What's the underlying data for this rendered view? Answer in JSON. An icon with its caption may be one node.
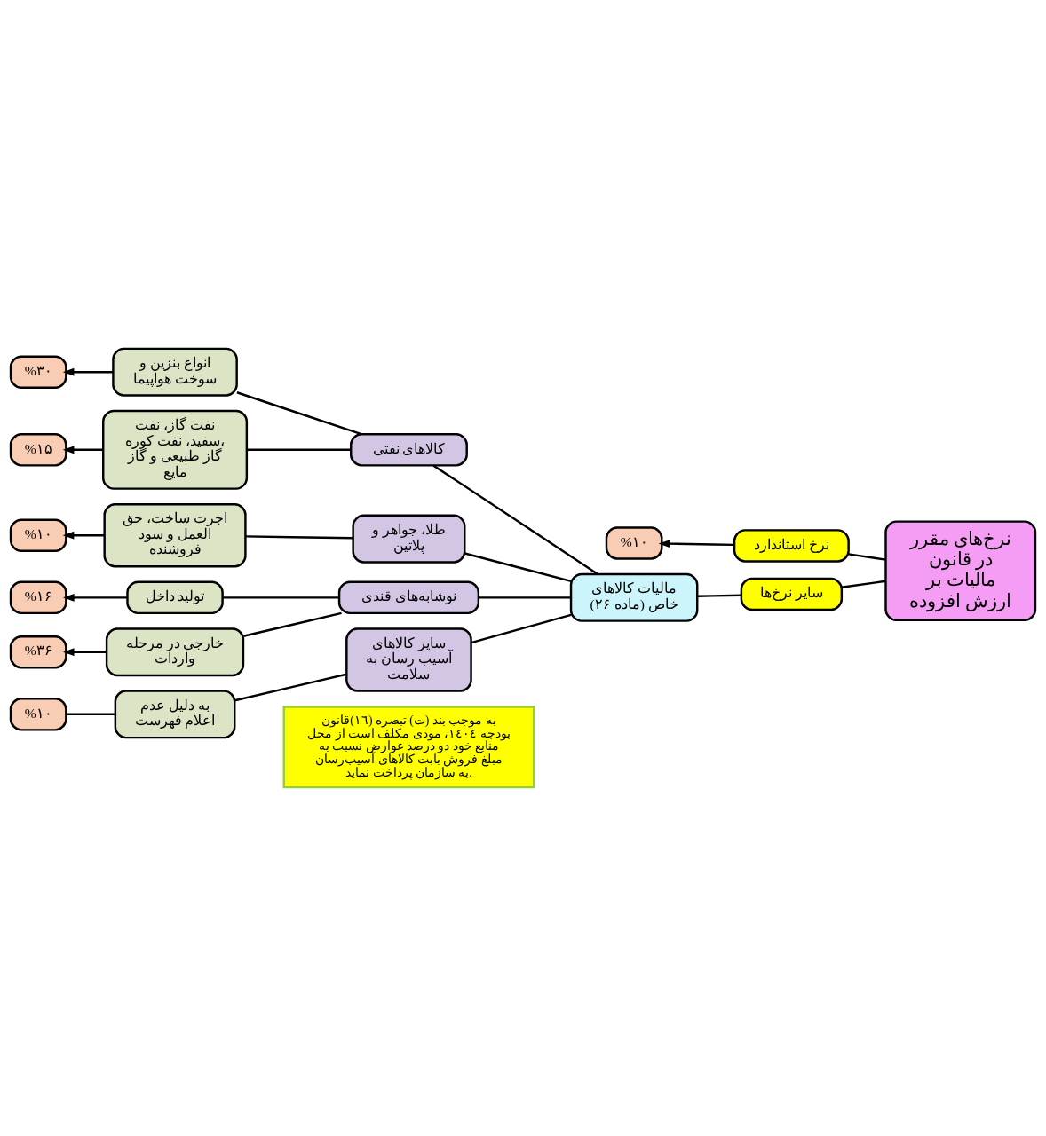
{
  "diagram": {
    "nodes": [
      {
        "text": [
          "نرخ‌های مقرر در قانون مالیات بر ارزش افزوده"
        ]
      },
      {
        "text": [
          "نرخ استاندارد"
        ]
      },
      {
        "text": [
          "%۱۰"
        ]
      },
      {
        "text": [
          "سایر نرخ‌ها"
        ]
      },
      {
        "text": [
          "مالیات کالاهای خاص (ماده ۲۶)"
        ]
      },
      {
        "text": [
          "کالاهای نفتی"
        ]
      },
      {
        "text": [
          "انواع بنزین و سوخت هواپیما"
        ]
      },
      {
        "text": [
          "%۳۰"
        ]
      },
      {
        "text": [
          "نفت گاز، نفت سفید، نفت کوره، گاز طبیعی و گاز مایع"
        ]
      },
      {
        "text": [
          "%۱۵"
        ]
      },
      {
        "text": [
          "طلا، جواهر و پلاتین"
        ]
      },
      {
        "text": [
          "اجرت ساخت، حق العمل و سود فروشنده"
        ]
      },
      {
        "text": [
          "%۱۰"
        ]
      },
      {
        "text": [
          "نوشابه‌های قندی"
        ]
      },
      {
        "text": [
          "تولید داخل"
        ]
      },
      {
        "text": [
          "%۱۶"
        ]
      },
      {
        "text": [
          "خارجی در مرحله واردات"
        ]
      },
      {
        "text": [
          "%۳۶"
        ]
      },
      {
        "text": [
          "سایر کالاهای آسیب رسان به سلامت"
        ]
      },
      {
        "text": [
          "به دلیل عدم اعلام فهرست"
        ]
      },
      {
        "text": [
          "%۱۰"
        ]
      },
      {
        "text": [
          "به موجب بند (ت) تبصره (١٦)قانون بودجه ١٤٠٤، مودی مکلف است از محل منابع خود دو درصد عوارض نسبت به مبلغ فروش بابت کالاهای آسیب‌رسان به سازمان پرداخت نماید."
        ]
      }
    ],
    "edges": [
      {
        "from": 0,
        "to": 1,
        "arrow": "none"
      },
      {
        "from": 0,
        "to": 3,
        "arrow": "none"
      },
      {
        "from": 1,
        "to": 2,
        "arrow": "to"
      },
      {
        "from": 3,
        "to": 4,
        "arrow": "none"
      },
      {
        "from": 4,
        "to": 5,
        "arrow": "none"
      },
      {
        "from": 4,
        "to": 10,
        "arrow": "none"
      },
      {
        "from": 4,
        "to": 13,
        "arrow": "none"
      },
      {
        "from": 4,
        "to": 18,
        "arrow": "none"
      },
      {
        "from": 5,
        "to": 6,
        "arrow": "none"
      },
      {
        "from": 5,
        "to": 8,
        "arrow": "none"
      },
      {
        "from": 6,
        "to": 7,
        "arrow": "to"
      },
      {
        "from": 8,
        "to": 9,
        "arrow": "to"
      },
      {
        "from": 10,
        "to": 11,
        "arrow": "none"
      },
      {
        "from": 11,
        "to": 12,
        "arrow": "to"
      },
      {
        "from": 13,
        "to": 14,
        "arrow": "none"
      },
      {
        "from": 13,
        "to": 16,
        "arrow": "none"
      },
      {
        "from": 14,
        "to": 15,
        "arrow": "to"
      },
      {
        "from": 16,
        "to": 17,
        "arrow": "to"
      },
      {
        "from": 18,
        "to": 19,
        "arrow": "none"
      },
      {
        "from": 19,
        "to": 20,
        "arrow": "none"
      }
    ]
  }
}
